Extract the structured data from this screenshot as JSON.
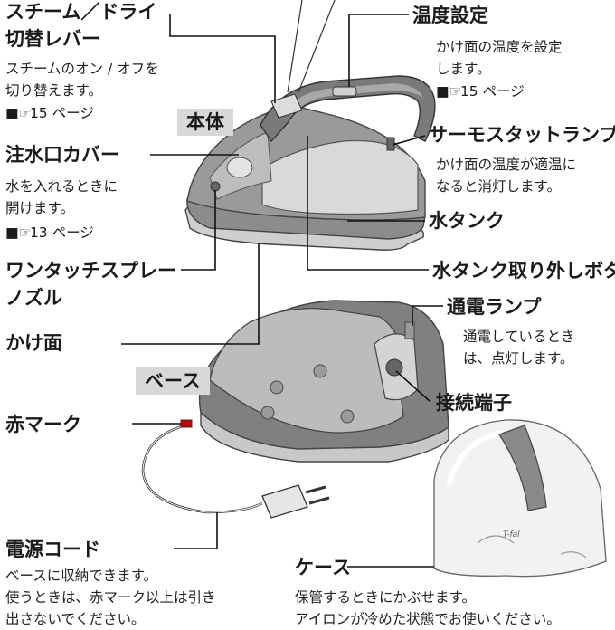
{
  "labels": {
    "steam_switch": {
      "title_1": "スチーム／ドライ",
      "title_2": "切替レバー",
      "desc_1": "スチームのオン / オフを",
      "desc_2": "切り替えます。",
      "ref": "15 ページ"
    },
    "body": {
      "title": "本体"
    },
    "water_cover": {
      "title": "注水口カバー",
      "desc_1": "水を入れるときに",
      "desc_2": "開けます。",
      "ref": "13 ページ"
    },
    "spray_nozzle": {
      "title_1": "ワンタッチスプレー",
      "title_2": "ノズル"
    },
    "soleplate": {
      "title": "かけ面"
    },
    "base": {
      "title": "ベース"
    },
    "red_mark": {
      "title": "赤マーク"
    },
    "power_cord": {
      "title": "電源コード",
      "desc_1": "ベースに収納できます。",
      "desc_2": "使うときは、赤マーク以上は引き",
      "desc_3": "出さないでください。"
    },
    "temp_setting": {
      "title": "温度設定",
      "desc_1": "かけ面の温度を設定",
      "desc_2": "します。",
      "ref": "15 ページ"
    },
    "thermostat_lamp": {
      "title": "サーモスタットランプ",
      "desc_1": "かけ面の温度が適温に",
      "desc_2": "なると消灯します。"
    },
    "water_tank": {
      "title": "水タンク"
    },
    "tank_release": {
      "title": "水タンク取り外しボタン"
    },
    "power_lamp": {
      "title": "通電ランプ",
      "desc_1": "通電しているとき",
      "desc_2": "は、点灯します。"
    },
    "terminal": {
      "title": "接続端子"
    },
    "case": {
      "title": "ケース",
      "desc_1": "保管するときにかぶせます。",
      "desc_2": "アイロンが冷めた状態でお使いください。"
    },
    "case_brand": "T-fal"
  }
}
